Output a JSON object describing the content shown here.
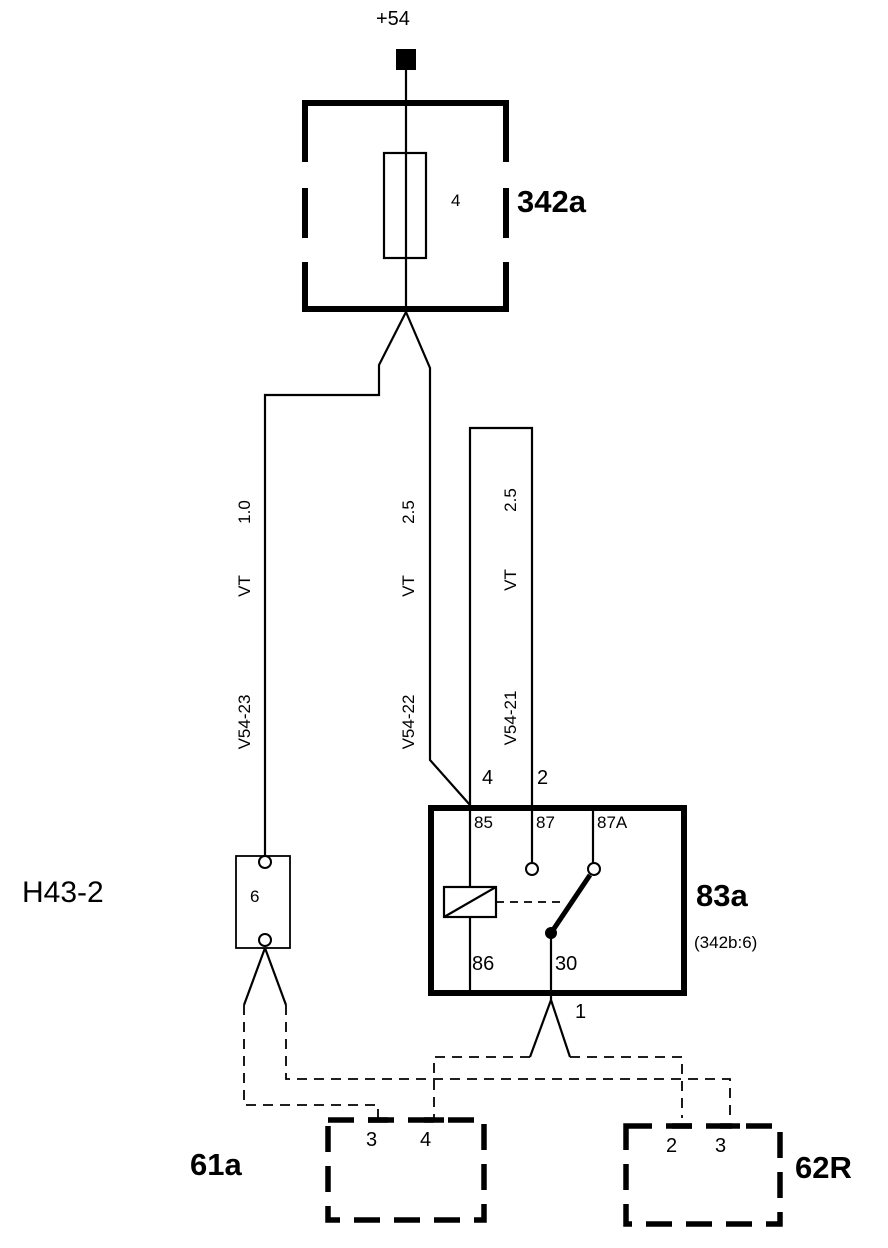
{
  "supply": {
    "label": "+54"
  },
  "fuse_box": {
    "id": "342a",
    "fuse_number": "4"
  },
  "connector": {
    "id": "H43-2",
    "pin": "6"
  },
  "relay": {
    "id": "83a",
    "ref": "(342b:6)",
    "pins": {
      "p85": "85",
      "p87": "87",
      "p87a": "87A",
      "p86": "86",
      "p30": "30"
    },
    "input_labels": {
      "left": "4",
      "right": "2"
    },
    "output_label": "1"
  },
  "wires": [
    {
      "id": "V54-23",
      "color": "VT",
      "size": "1.0"
    },
    {
      "id": "V54-22",
      "color": "VT",
      "size": "2.5"
    },
    {
      "id": "V54-21",
      "color": "VT",
      "size": "2.5"
    }
  ],
  "component_61a": {
    "id": "61a",
    "pins": [
      "3",
      "4"
    ]
  },
  "component_62r": {
    "id": "62R",
    "pins": [
      "2",
      "3"
    ]
  }
}
